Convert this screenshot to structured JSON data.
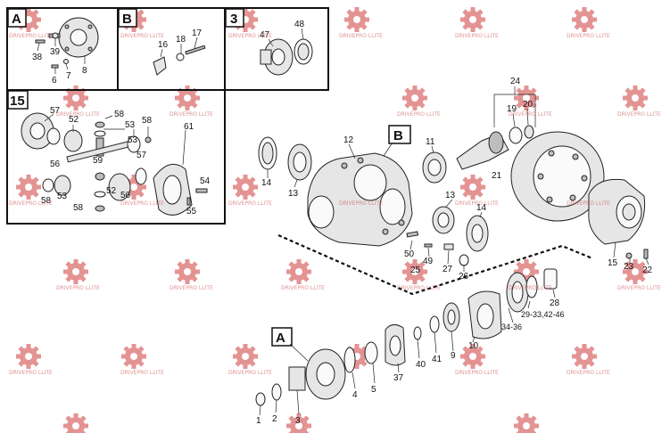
{
  "diagram": {
    "inset_boxes": [
      {
        "id": "A",
        "letter": "A",
        "labels": [
          "38",
          "39",
          "8",
          "6",
          "7"
        ]
      },
      {
        "id": "B",
        "letter": "B",
        "labels": [
          "16",
          "18",
          "17"
        ]
      },
      {
        "id": "3",
        "letter": "3",
        "labels": [
          "47",
          "48"
        ]
      },
      {
        "id": "15",
        "letter": "15",
        "labels": [
          "57",
          "52",
          "58",
          "53",
          "58",
          "61",
          "56",
          "59",
          "57",
          "53",
          "53",
          "52",
          "56",
          "58",
          "54",
          "55",
          "58"
        ]
      }
    ],
    "callouts": {
      "main_B": "B",
      "main_A": "A"
    },
    "part_labels": [
      "24",
      "19",
      "20",
      "12",
      "11",
      "14",
      "13",
      "21",
      "13",
      "14",
      "15",
      "23",
      "22",
      "50",
      "49",
      "27",
      "25",
      "26",
      "28",
      "29-33,42-46",
      "34-36",
      "40",
      "41",
      "9",
      "10",
      "37",
      "4",
      "5",
      "1",
      "2",
      "3"
    ],
    "watermark": {
      "text": "DRIVEPRO LLITE",
      "color": "#e07070"
    }
  }
}
